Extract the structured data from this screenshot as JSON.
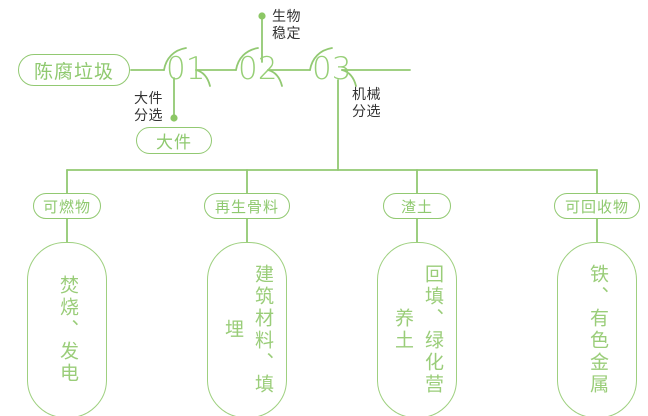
{
  "theme": {
    "line_color": "#92c972",
    "pill_text_color": "#8fc96f",
    "number_color": "#97cf77",
    "annotation_color": "#333333",
    "box_border_color": "#9ed07f",
    "background": "#ffffff"
  },
  "flow": {
    "source": {
      "label": "陈腐垃圾"
    },
    "steps": [
      {
        "number": "01",
        "annotation": "大件\n分选",
        "output": "大件"
      },
      {
        "number": "02",
        "annotation": "生物\n稳定"
      },
      {
        "number": "03",
        "annotation": "机械\n分选"
      }
    ]
  },
  "outputs": [
    {
      "category": "可燃物",
      "disposal": "焚烧、发电"
    },
    {
      "category": "再生骨料",
      "disposal": "建筑材料、填埋"
    },
    {
      "category": "渣土",
      "disposal": "回填、绿化营养土"
    },
    {
      "category": "可回收物",
      "disposal": "铁、有色金属"
    }
  ]
}
